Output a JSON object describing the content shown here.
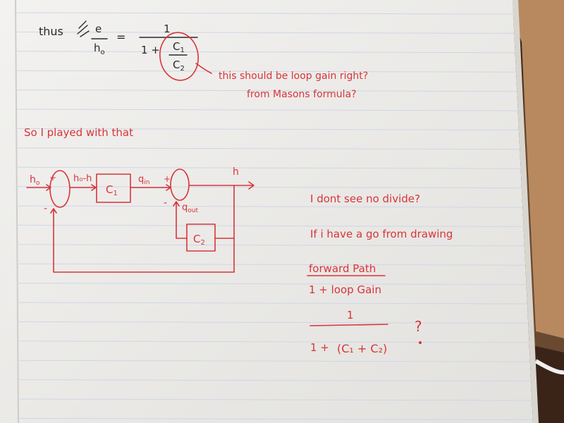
{
  "top_equation": {
    "lhs_prefix": "thus",
    "lhs_num": "e",
    "lhs_den": "h",
    "lhs_den_sub": "o",
    "equals": "=",
    "rhs_num": "1",
    "rhs_den_prefix": "1 +",
    "circled_num": "C",
    "circled_num_sub": "1",
    "circled_den": "C",
    "circled_den_sub": "2"
  },
  "annotation_line1": "this should be loop gain right?",
  "annotation_line2": "from Masons formula?",
  "intro_text": "So I played with that",
  "diagram": {
    "input": "h",
    "input_sub": "o",
    "plus1": "+",
    "minus1": "-",
    "error_label": "h₀-h",
    "block1": "C",
    "block1_sub": "1",
    "q_in": "q",
    "q_in_sub": "in",
    "plus2": "+",
    "minus2": "-",
    "q_out": "q",
    "q_out_sub": "out",
    "block2": "C",
    "block2_sub": "2",
    "output": "h"
  },
  "notes": {
    "line1": "I dont see no divide?",
    "line2": "If i have a go from drawing",
    "line3": "forward Path",
    "line4": "1 + loop Gain",
    "frac_num": "1",
    "frac_den_prefix": "1 +",
    "frac_den_inner": "(C₁ + C₂)",
    "question_mark": "?"
  },
  "colors": {
    "ink_red": "#d8343a",
    "ink_dark": "#2a2a2a",
    "paper": "#efeeec",
    "rule_line": "#cfd6e4",
    "cardboard": "#b8895f",
    "table": "#3a2418"
  }
}
